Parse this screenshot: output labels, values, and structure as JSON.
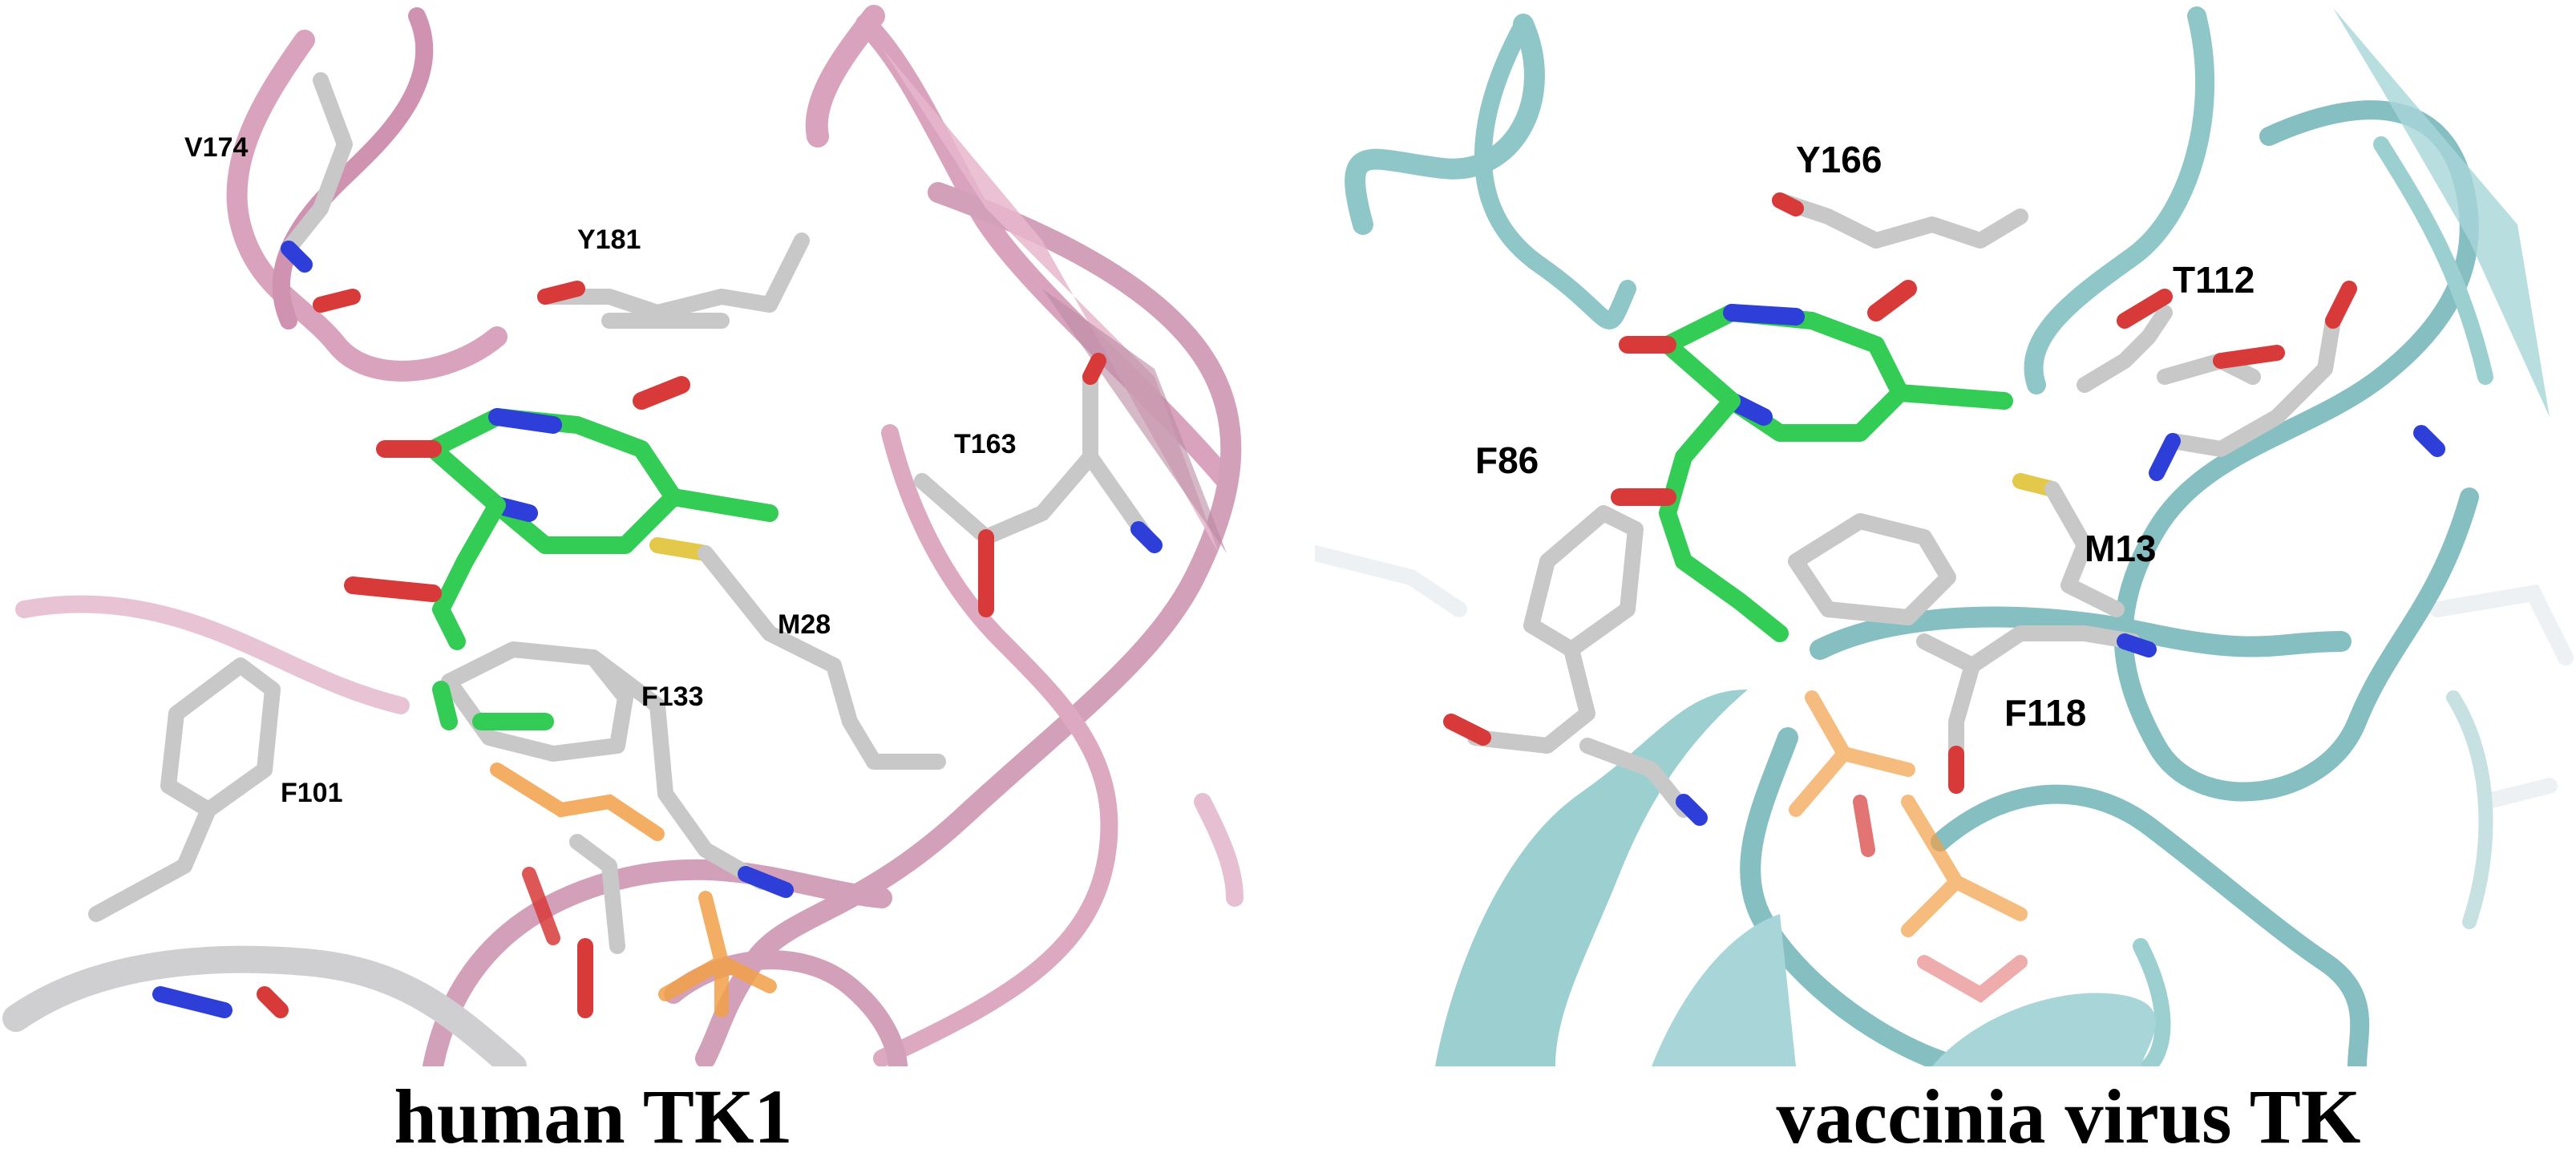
{
  "colors": {
    "human_ribbon": "#d9a3bd",
    "vaccinia_ribbon": "#9ccfd0",
    "ligand_carbon": "#33cc55",
    "carbon_gray": "#c8c8c8",
    "oxygen": "#d83a3a",
    "nitrogen": "#2d3fd8",
    "sulfur": "#e4c84a",
    "phosphate": "#f2a048"
  },
  "panels": [
    {
      "caption": "human TK1",
      "residues": [
        "V174",
        "Y181",
        "T163",
        "M28",
        "F133",
        "F101"
      ]
    },
    {
      "caption": "vaccinia virus TK",
      "residues": [
        "Y166",
        "T112",
        "F86",
        "M13",
        "F118"
      ]
    }
  ]
}
